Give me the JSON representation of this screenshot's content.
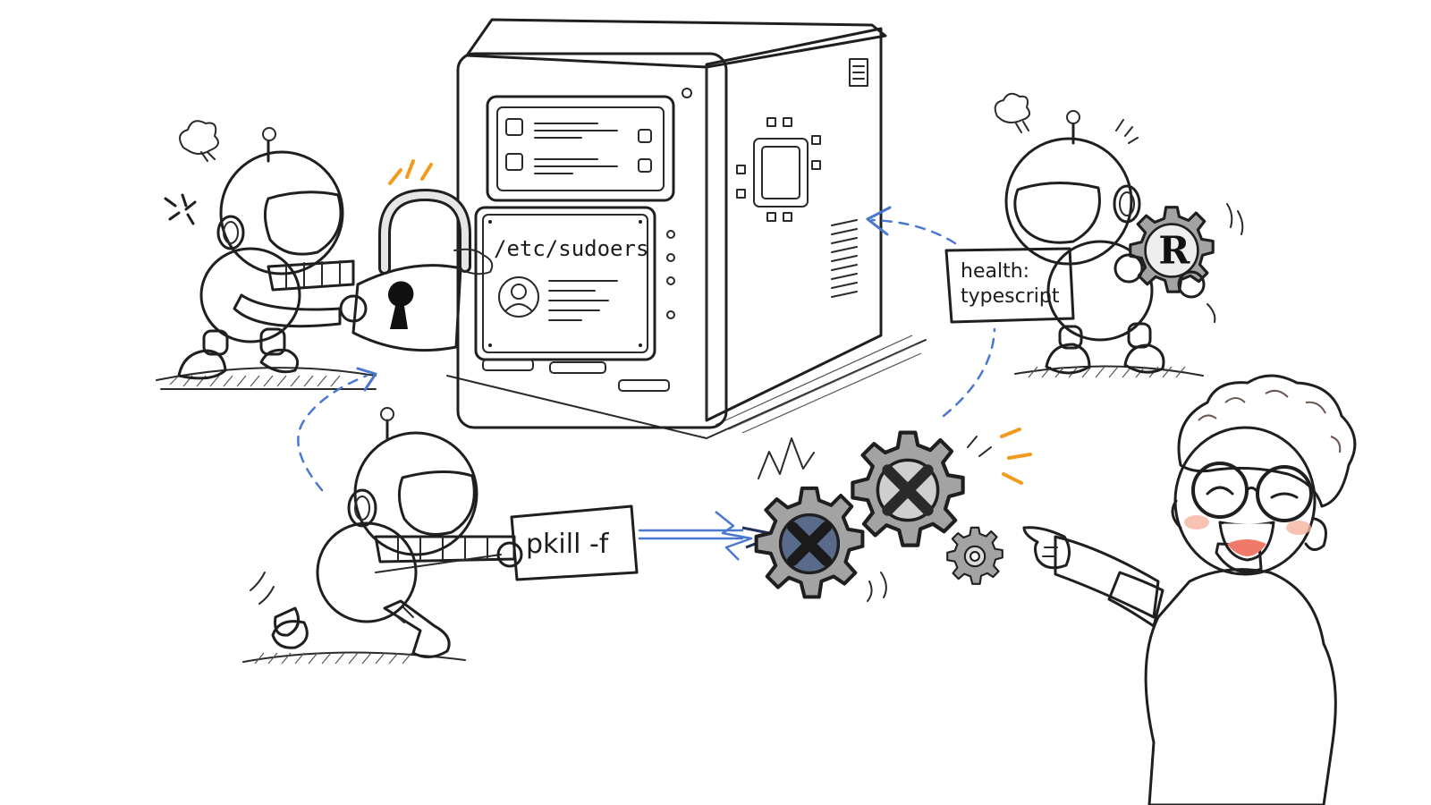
{
  "labels": {
    "sudoers_path": "/etc/sudoers",
    "pkill_command": "pkill -f",
    "health_line1": "health:",
    "health_line2": "typescript"
  },
  "gear_badge_letter": "R",
  "colors": {
    "accent_blue": "#8faee6",
    "deep_blue": "#4a78d0",
    "ink": "#1f1f1f",
    "orange": "#f39a1e",
    "gear_gray": "#9a9a9a",
    "shirt": "#1d1d1d",
    "skin": "#fbe7d8"
  },
  "icons": [
    "padlock-icon",
    "gear-icon",
    "cross-icon",
    "avatar-icon",
    "steam-puff-icon",
    "anger-mark-icon",
    "cpu-chip-icon"
  ]
}
